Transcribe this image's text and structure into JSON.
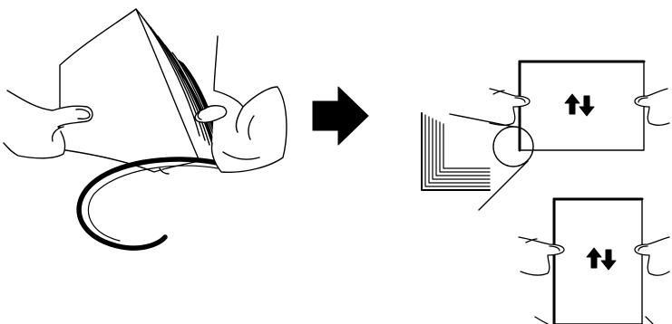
{
  "colors": {
    "ink": "#000000",
    "paper": "#ffffff"
  },
  "steps": [
    {
      "name": "fan-paper-stack"
    },
    {
      "name": "tap-edges-horizontal"
    },
    {
      "name": "tap-edges-vertical"
    }
  ],
  "icons": {
    "flow": "right-arrow-icon",
    "orientation": "up-down-arrows-icon",
    "magnifier": "zoom-circle-icon"
  }
}
